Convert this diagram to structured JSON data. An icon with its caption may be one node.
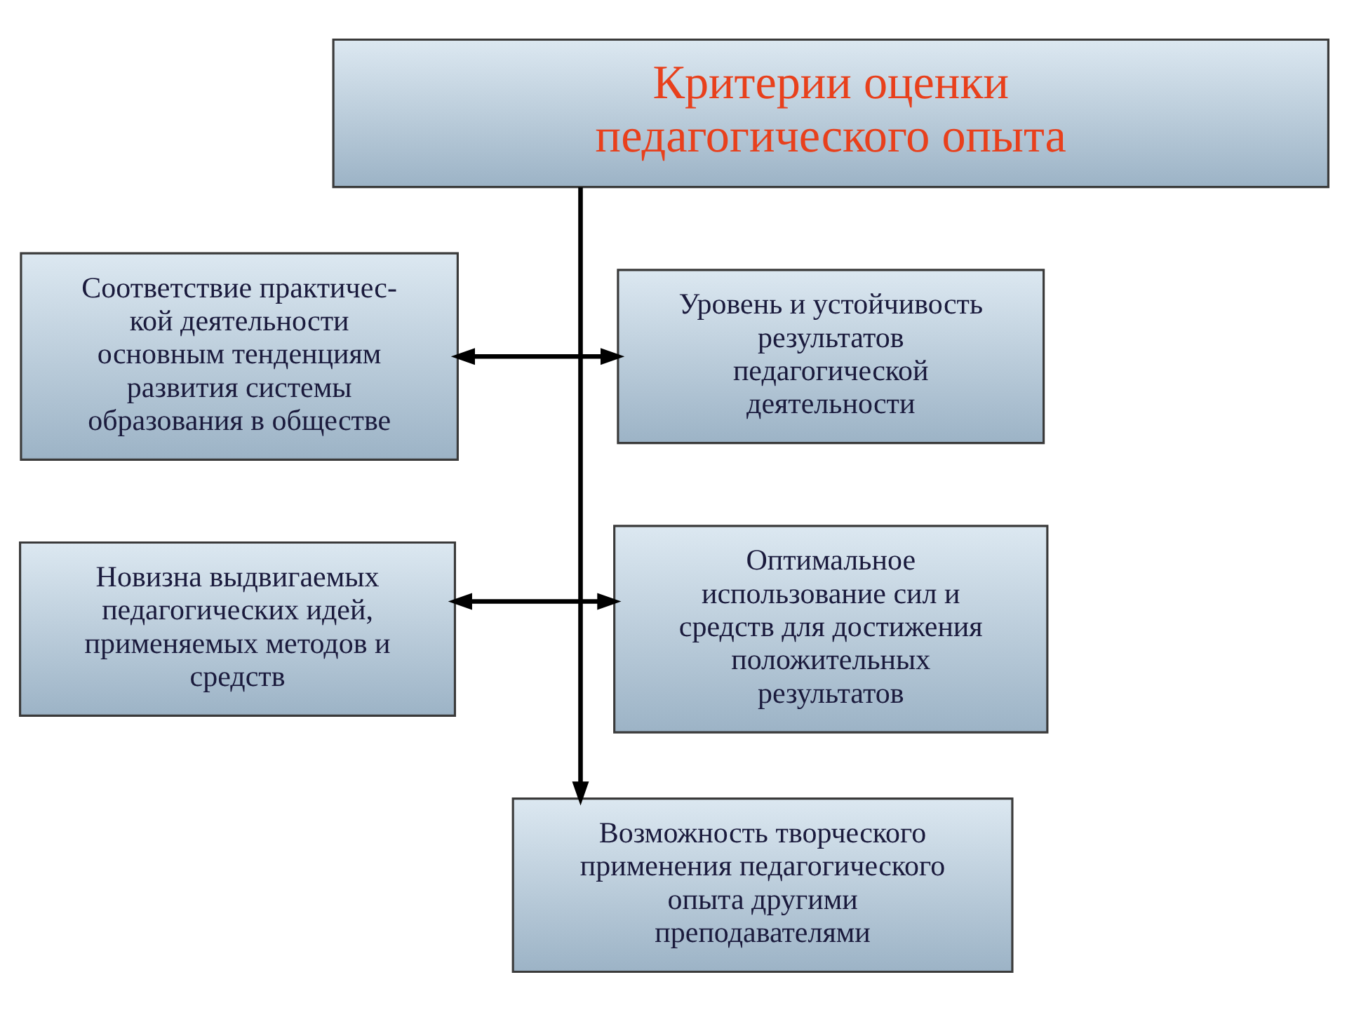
{
  "diagram": {
    "nodes": [
      {
        "text": [
          "Критерии оценки педагогического опыта"
        ]
      },
      {
        "text": [
          "Соответствие практичес- кой деятельности основным тенденциям развития системы образования в обществе"
        ]
      },
      {
        "text": [
          "Уровень и устойчивость результатов педагогической деятельности"
        ]
      },
      {
        "text": [
          "Новизна выдвигаемых педагогических идей, применяемых методов и средств"
        ]
      },
      {
        "text": [
          "Оптимальное использование сил и средств для достижения положительных результатов"
        ]
      },
      {
        "text": [
          "Возможность творческого применения педагогического опыта другими преподавателями"
        ]
      }
    ],
    "edges": [
      {
        "from": 0,
        "to": 5,
        "arrow": "to"
      },
      {
        "from": 1,
        "to": 2,
        "arrow": "both"
      },
      {
        "from": 3,
        "to": 4,
        "arrow": "both"
      }
    ]
  }
}
